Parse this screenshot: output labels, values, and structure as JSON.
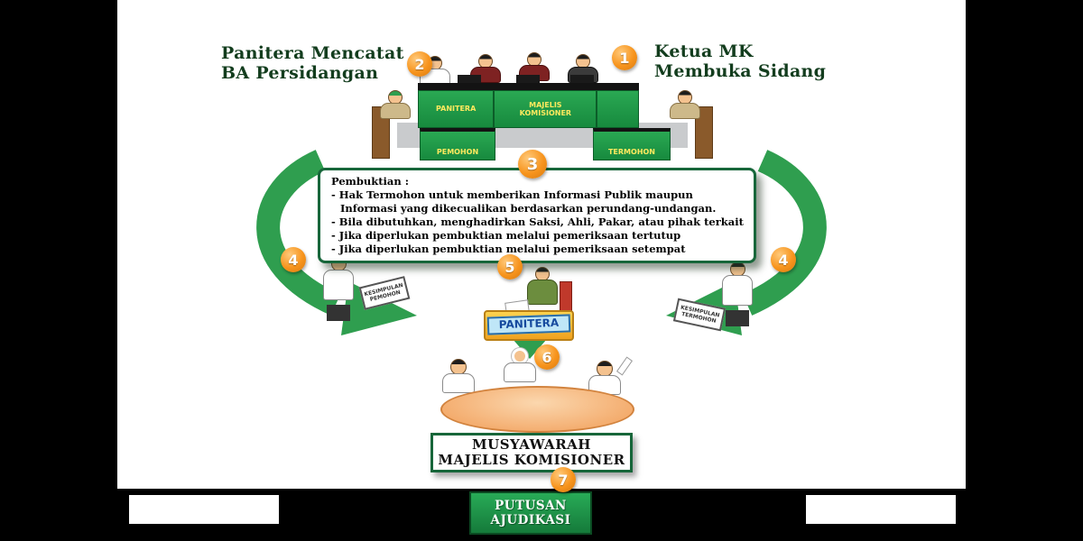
{
  "background": {
    "outer": "#000000",
    "panel": "#ffffff"
  },
  "colors": {
    "badge_orange": "#f7941d",
    "arrow_green": "#2f9e4f",
    "desk_green": "#1e9c46",
    "desk_label_yellow": "#ffe95e",
    "caption_green": "#133d1e",
    "box_border_green": "#17663a",
    "putusan_bg": "#1f9d4a",
    "panitera_sign_bg": "#bfe6f7",
    "panitera_sign_text": "#164a9e"
  },
  "captions": {
    "left": {
      "line1": "Panitera Mencatat",
      "line2": "BA Persidangan"
    },
    "right": {
      "line1": "Ketua MK",
      "line2": "Membuka Sidang"
    }
  },
  "badges": {
    "b1": "1",
    "b2": "2",
    "b3": "3",
    "b4l": "4",
    "b4r": "4",
    "b5": "5",
    "b6": "6",
    "b7": "7"
  },
  "courtroom": {
    "panitera_desk": "PANITERA",
    "majelis_line1": "MAJELIS",
    "majelis_line2": "KOMISIONER",
    "pemohon_desk": "PEMOHON",
    "termohon_desk": "TERMOHON"
  },
  "pembuktian": {
    "title": "Pembuktian :",
    "items": [
      "- Hak Termohon untuk memberikan Informasi Publik maupun Informasi yang dikecualikan berdasarkan perundang-undangan.",
      "- Bila dibutuhkan, menghadirkan Saksi, Ahli, Pakar, atau pihak terkait",
      "- Jika diperlukan pembuktian melalui pemeriksaan tertutup",
      "- Jika diperlukan pembuktian melalui pemeriksaan setempat"
    ]
  },
  "signs": {
    "panitera_sign": "PANITERA",
    "kesimpulan_pemohon": {
      "line1": "KESIMPULAN",
      "line2": "PEMOHON"
    },
    "kesimpulan_termohon": {
      "line1": "KESIMPULAN",
      "line2": "TERMOHON"
    }
  },
  "musyawarah": {
    "line1": "MUSYAWARAH",
    "line2": "MAJELIS KOMISIONER"
  },
  "putusan": {
    "line1": "PUTUSAN",
    "line2": "AJUDIKASI"
  }
}
